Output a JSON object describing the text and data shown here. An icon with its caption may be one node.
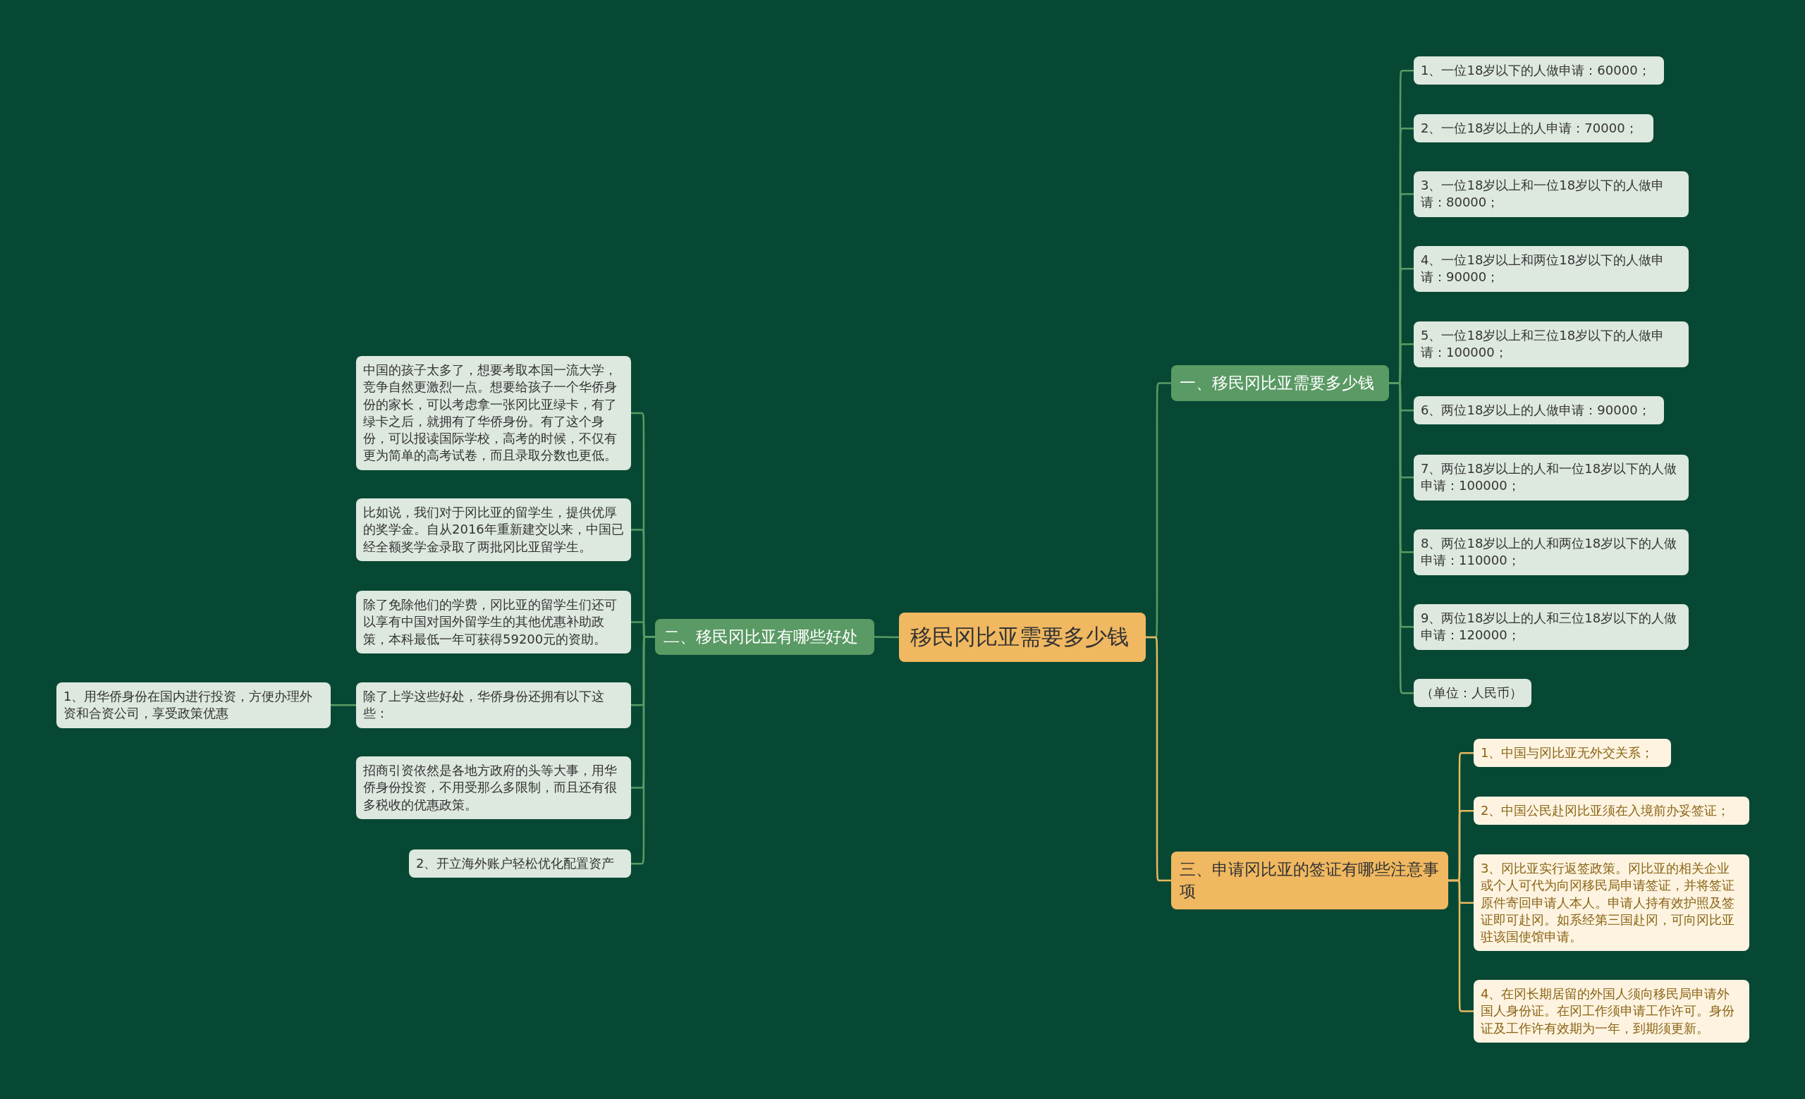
{
  "diagram": {
    "nodes": [
      {
        "text": [
          "移民冈比亚需要多少钱"
        ]
      },
      {
        "text": [
          "一、移民冈比亚需要多少钱"
        ]
      },
      {
        "text": [
          "1、一位18岁以下的人做申请：60000；"
        ]
      },
      {
        "text": [
          "2、一位18岁以上的人申请：70000；"
        ]
      },
      {
        "text": [
          "3、一位18岁以上和一位18岁以下的人做申请：80000；"
        ]
      },
      {
        "text": [
          "4、一位18岁以上和两位18岁以下的人做申请：90000；"
        ]
      },
      {
        "text": [
          "5、一位18岁以上和三位18岁以下的人做申请：100000；"
        ]
      },
      {
        "text": [
          "6、两位18岁以上的人做申请：90000；"
        ]
      },
      {
        "text": [
          "7、两位18岁以上的人和一位18岁以下的人做申请：100000；"
        ]
      },
      {
        "text": [
          "8、两位18岁以上的人和两位18岁以下的人做申请：110000；"
        ]
      },
      {
        "text": [
          "9、两位18岁以上的人和三位18岁以下的人做申请：120000；"
        ]
      },
      {
        "text": [
          "（单位：人民币）"
        ]
      },
      {
        "text": [
          "三、申请冈比亚的签证有哪些注意事项"
        ]
      },
      {
        "text": [
          "1、中国与冈比亚无外交关系；"
        ]
      },
      {
        "text": [
          "2、中国公民赴冈比亚须在入境前办妥签证；"
        ]
      },
      {
        "text": [
          "3、冈比亚实行返签政策。冈比亚的相关企业或个人可代为向冈移民局申请签证，并将签证原件寄回申请人本人。申请人持有效护照及签证即可赴冈。如系经第三国赴冈，可向冈比亚驻该国使馆申请。"
        ]
      },
      {
        "text": [
          "4、在冈长期居留的外国人须向移民局申请外国人身份证。在冈工作须申请工作许可。身份证及工作许有效期为一年，到期须更新。"
        ]
      },
      {
        "text": [
          "二、移民冈比亚有哪些好处"
        ]
      },
      {
        "text": [
          "中国的孩子太多了，想要考取本国一流大学，竞争自然更激烈一点。想要给孩子一个华侨身份的家长，可以考虑拿一张冈比亚绿卡，有了绿卡之后，就拥有了华侨身份。有了这个身份，可以报读国际学校，高考的时候，不仅有更为简单的高考试卷，而且录取分数也更低。"
        ]
      },
      {
        "text": [
          "比如说，我们对于冈比亚的留学生，提供优厚的奖学金。自从2016年重新建交以来，中国已经全额奖学金录取了两批冈比亚留学生。"
        ]
      },
      {
        "text": [
          "除了免除他们的学费，冈比亚的留学生们还可以享有中国对国外留学生的其他优惠补助政策，本科最低一年可获得59200元的资助。"
        ]
      },
      {
        "text": [
          "除了上学这些好处，华侨身份还拥有以下这些："
        ]
      },
      {
        "text": [
          "招商引资依然是各地方政府的头等大事，用华侨身份投资，不用受那么多限制，而且还有很多税收的优惠政策。"
        ]
      },
      {
        "text": [
          "2、开立海外账户轻松优化配置资产"
        ]
      },
      {
        "text": [
          "1、用华侨身份在国内进行投资，方便办理外资和合资公司，享受政策优惠"
        ]
      }
    ],
    "edges": [
      {
        "from": 0,
        "to": 1,
        "arrow": "none"
      },
      {
        "from": 1,
        "to": 2,
        "arrow": "none"
      },
      {
        "from": 1,
        "to": 3,
        "arrow": "none"
      },
      {
        "from": 1,
        "to": 4,
        "arrow": "none"
      },
      {
        "from": 1,
        "to": 5,
        "arrow": "none"
      },
      {
        "from": 1,
        "to": 6,
        "arrow": "none"
      },
      {
        "from": 1,
        "to": 7,
        "arrow": "none"
      },
      {
        "from": 1,
        "to": 8,
        "arrow": "none"
      },
      {
        "from": 1,
        "to": 9,
        "arrow": "none"
      },
      {
        "from": 1,
        "to": 10,
        "arrow": "none"
      },
      {
        "from": 1,
        "to": 11,
        "arrow": "none"
      },
      {
        "from": 0,
        "to": 12,
        "arrow": "none",
        "color": "#e8b860"
      },
      {
        "from": 12,
        "to": 13,
        "arrow": "none",
        "color": "#e8b860"
      },
      {
        "from": 12,
        "to": 14,
        "arrow": "none",
        "color": "#e8b860"
      },
      {
        "from": 12,
        "to": 15,
        "arrow": "none",
        "color": "#e8b860"
      },
      {
        "from": 12,
        "to": 16,
        "arrow": "none",
        "color": "#e8b860"
      },
      {
        "from": 0,
        "to": 17,
        "arrow": "none"
      },
      {
        "from": 17,
        "to": 18,
        "arrow": "none"
      },
      {
        "from": 17,
        "to": 19,
        "arrow": "none"
      },
      {
        "from": 17,
        "to": 20,
        "arrow": "none"
      },
      {
        "from": 17,
        "to": 21,
        "arrow": "none"
      },
      {
        "from": 17,
        "to": 22,
        "arrow": "none"
      },
      {
        "from": 17,
        "to": 23,
        "arrow": "none"
      },
      {
        "from": 21,
        "to": 24,
        "arrow": "none"
      }
    ]
  }
}
